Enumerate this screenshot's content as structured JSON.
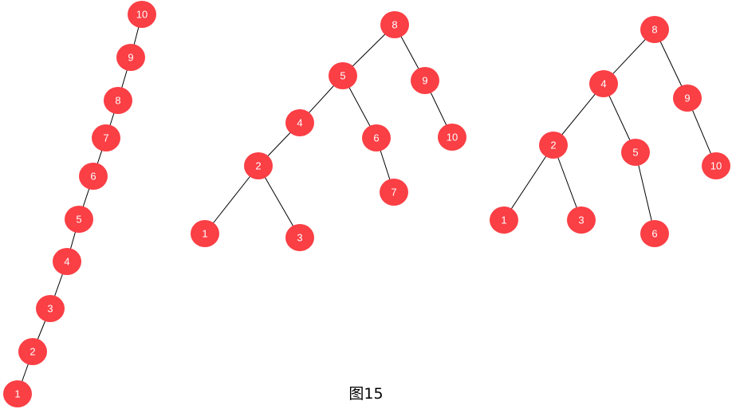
{
  "colors": {
    "node_fill": "#fa3f45",
    "edge": "#000000",
    "label": "#ffffff"
  },
  "caption": "图15",
  "trees": [
    {
      "name": "degenerate-chain",
      "nodes": [
        "10",
        "9",
        "8",
        "7",
        "6",
        "5",
        "4",
        "3",
        "2",
        "1"
      ],
      "edges": [
        [
          "10",
          "9"
        ],
        [
          "9",
          "8"
        ],
        [
          "8",
          "7"
        ],
        [
          "7",
          "6"
        ],
        [
          "6",
          "5"
        ],
        [
          "5",
          "4"
        ],
        [
          "4",
          "3"
        ],
        [
          "3",
          "2"
        ],
        [
          "2",
          "1"
        ]
      ]
    },
    {
      "name": "partially-balanced",
      "nodes": [
        "8",
        "5",
        "9",
        "4",
        "6",
        "10",
        "2",
        "7",
        "1",
        "3"
      ],
      "edges": [
        [
          "8",
          "5"
        ],
        [
          "8",
          "9"
        ],
        [
          "5",
          "4"
        ],
        [
          "5",
          "6"
        ],
        [
          "9",
          "10"
        ],
        [
          "4",
          "2"
        ],
        [
          "6",
          "7"
        ],
        [
          "2",
          "1"
        ],
        [
          "2",
          "3"
        ]
      ]
    },
    {
      "name": "balanced",
      "nodes": [
        "8",
        "4",
        "9",
        "2",
        "5",
        "10",
        "1",
        "3",
        "6"
      ],
      "edges": [
        [
          "8",
          "4"
        ],
        [
          "8",
          "9"
        ],
        [
          "4",
          "2"
        ],
        [
          "4",
          "5"
        ],
        [
          "9",
          "10"
        ],
        [
          "2",
          "1"
        ],
        [
          "2",
          "3"
        ],
        [
          "5",
          "6"
        ]
      ]
    }
  ]
}
